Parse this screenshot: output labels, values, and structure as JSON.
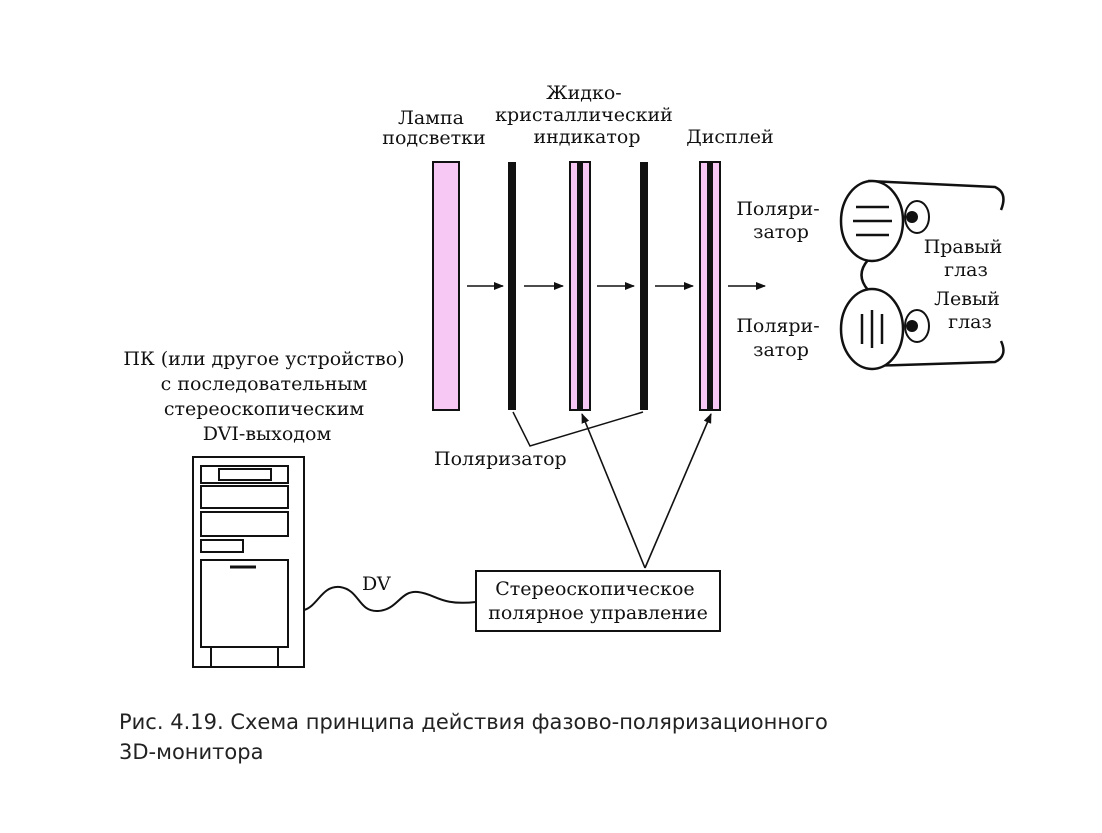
{
  "colors": {
    "pink": "#f7c8f4",
    "ink": "#111111"
  },
  "labels": {
    "lamp": [
      "Лампа",
      "подсветки"
    ],
    "lcd": [
      "Жидко-",
      "кристаллический",
      "индикатор"
    ],
    "display": "Дисплей",
    "polarizer_top": [
      "Поляри-",
      "затор"
    ],
    "polarizer_bottom": [
      "Поляри-",
      "затор"
    ],
    "right_eye": [
      "Правый",
      "глаз"
    ],
    "left_eye": [
      "Левый",
      "глаз"
    ],
    "polarizer_mid": "Поляризатор",
    "pc": [
      "ПК (или другое устройство)",
      "с последовательным",
      "стереоскопическим",
      "DVI-выходом"
    ],
    "cable": "DV",
    "controller": [
      "Стереоскопическое",
      "полярное управление"
    ]
  },
  "caption": [
    "Рис. 4.19. Схема принципа действия фазово-поляризационного",
    "3D-монитора"
  ]
}
